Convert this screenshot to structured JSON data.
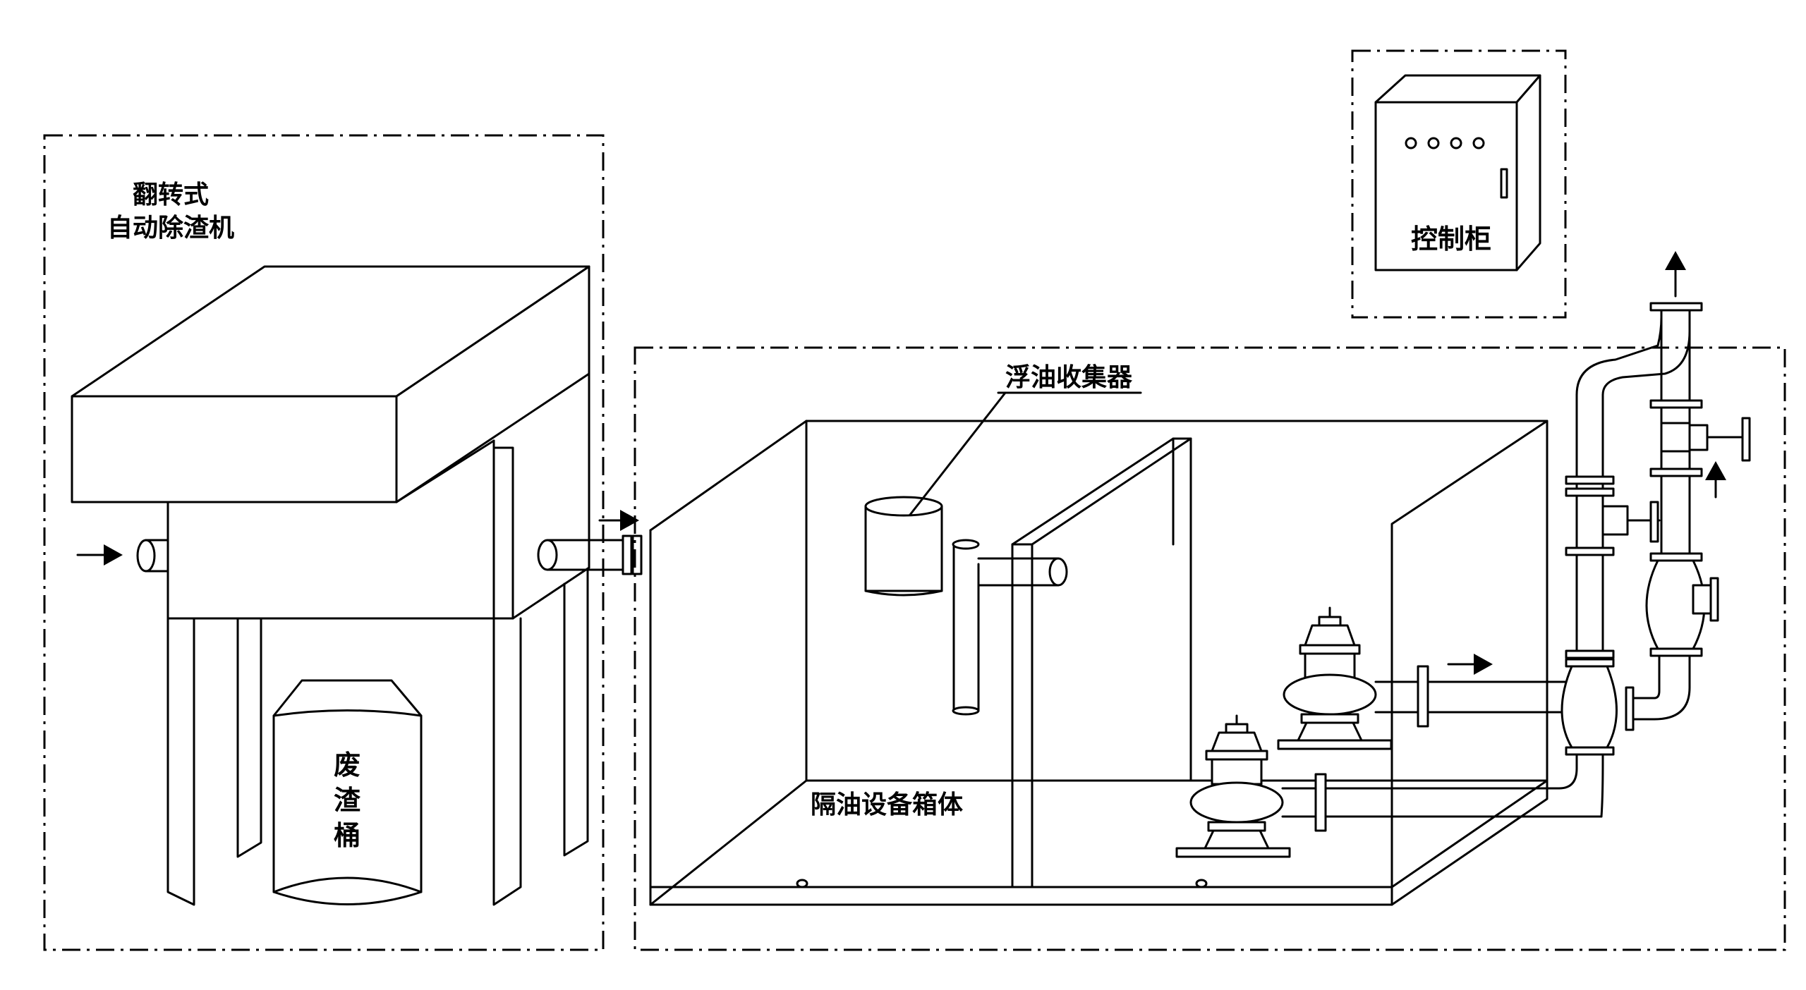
{
  "labels": {
    "machine_line1": "翻转式",
    "machine_line2": "自动除渣机",
    "bucket_ch1": "废",
    "bucket_ch2": "渣",
    "bucket_ch3": "桶",
    "control_cabinet": "控制柜",
    "oil_collector": "浮油收集器",
    "tank_body": "隔油设备箱体"
  }
}
